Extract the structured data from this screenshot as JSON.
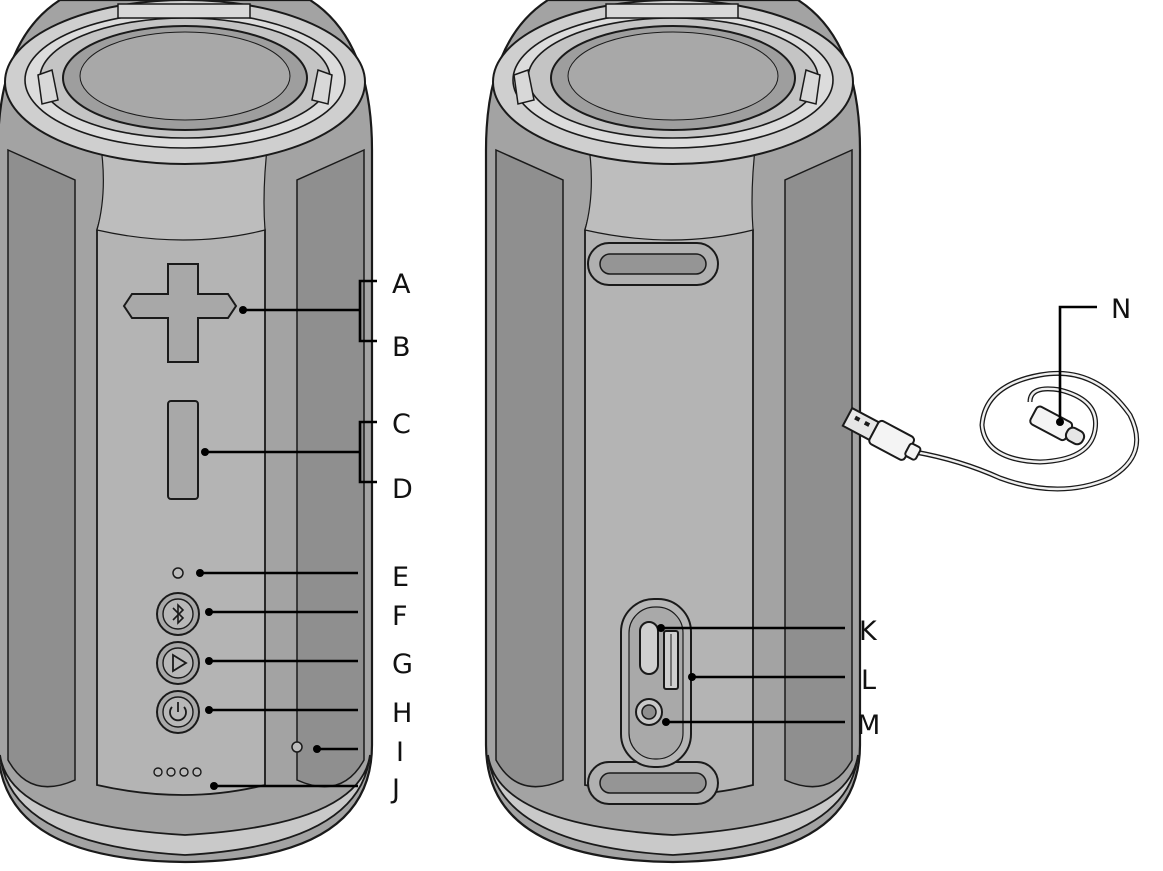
{
  "labels": {
    "A": "A",
    "B": "B",
    "C": "C",
    "D": "D",
    "E": "E",
    "F": "F",
    "G": "G",
    "H": "H",
    "I": "I",
    "J": "J",
    "K": "K",
    "L": "L",
    "M": "M",
    "N": "N"
  },
  "colors": {
    "body": "#a3a3a3",
    "body_side": "#8e8e8e",
    "rim": "#d2d2d2",
    "panel": "#bdbdbd",
    "button": "#a8a8a8",
    "outline": "#1a1a1a",
    "cable": "#f0f0f0"
  },
  "icons": {
    "bluetooth_button": "bluetooth-icon",
    "play_button": "play-icon",
    "power_button": "power-icon"
  }
}
